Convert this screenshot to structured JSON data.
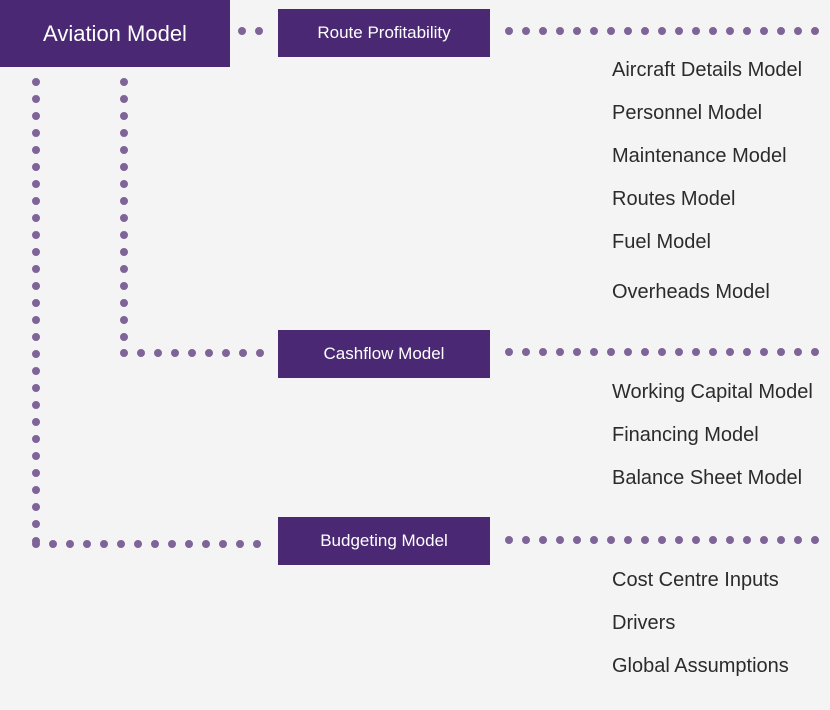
{
  "colors": {
    "accent": "#4a2873",
    "connector": "#7e6497",
    "background": "#f4f4f4",
    "text": "#2b2b2b"
  },
  "root": {
    "label": "Aviation Model"
  },
  "groups": [
    {
      "label": "Route Profitability",
      "items": [
        "Aircraft Details Model",
        "Personnel Model",
        "Maintenance Model",
        "Routes Model",
        "Fuel Model",
        "Overheads Model"
      ]
    },
    {
      "label": "Cashflow Model",
      "items": [
        "Working Capital Model",
        "Financing Model",
        "Balance Sheet Model"
      ]
    },
    {
      "label": "Budgeting Model",
      "items": [
        "Cost Centre Inputs",
        "Drivers",
        "Global Assumptions"
      ]
    }
  ]
}
